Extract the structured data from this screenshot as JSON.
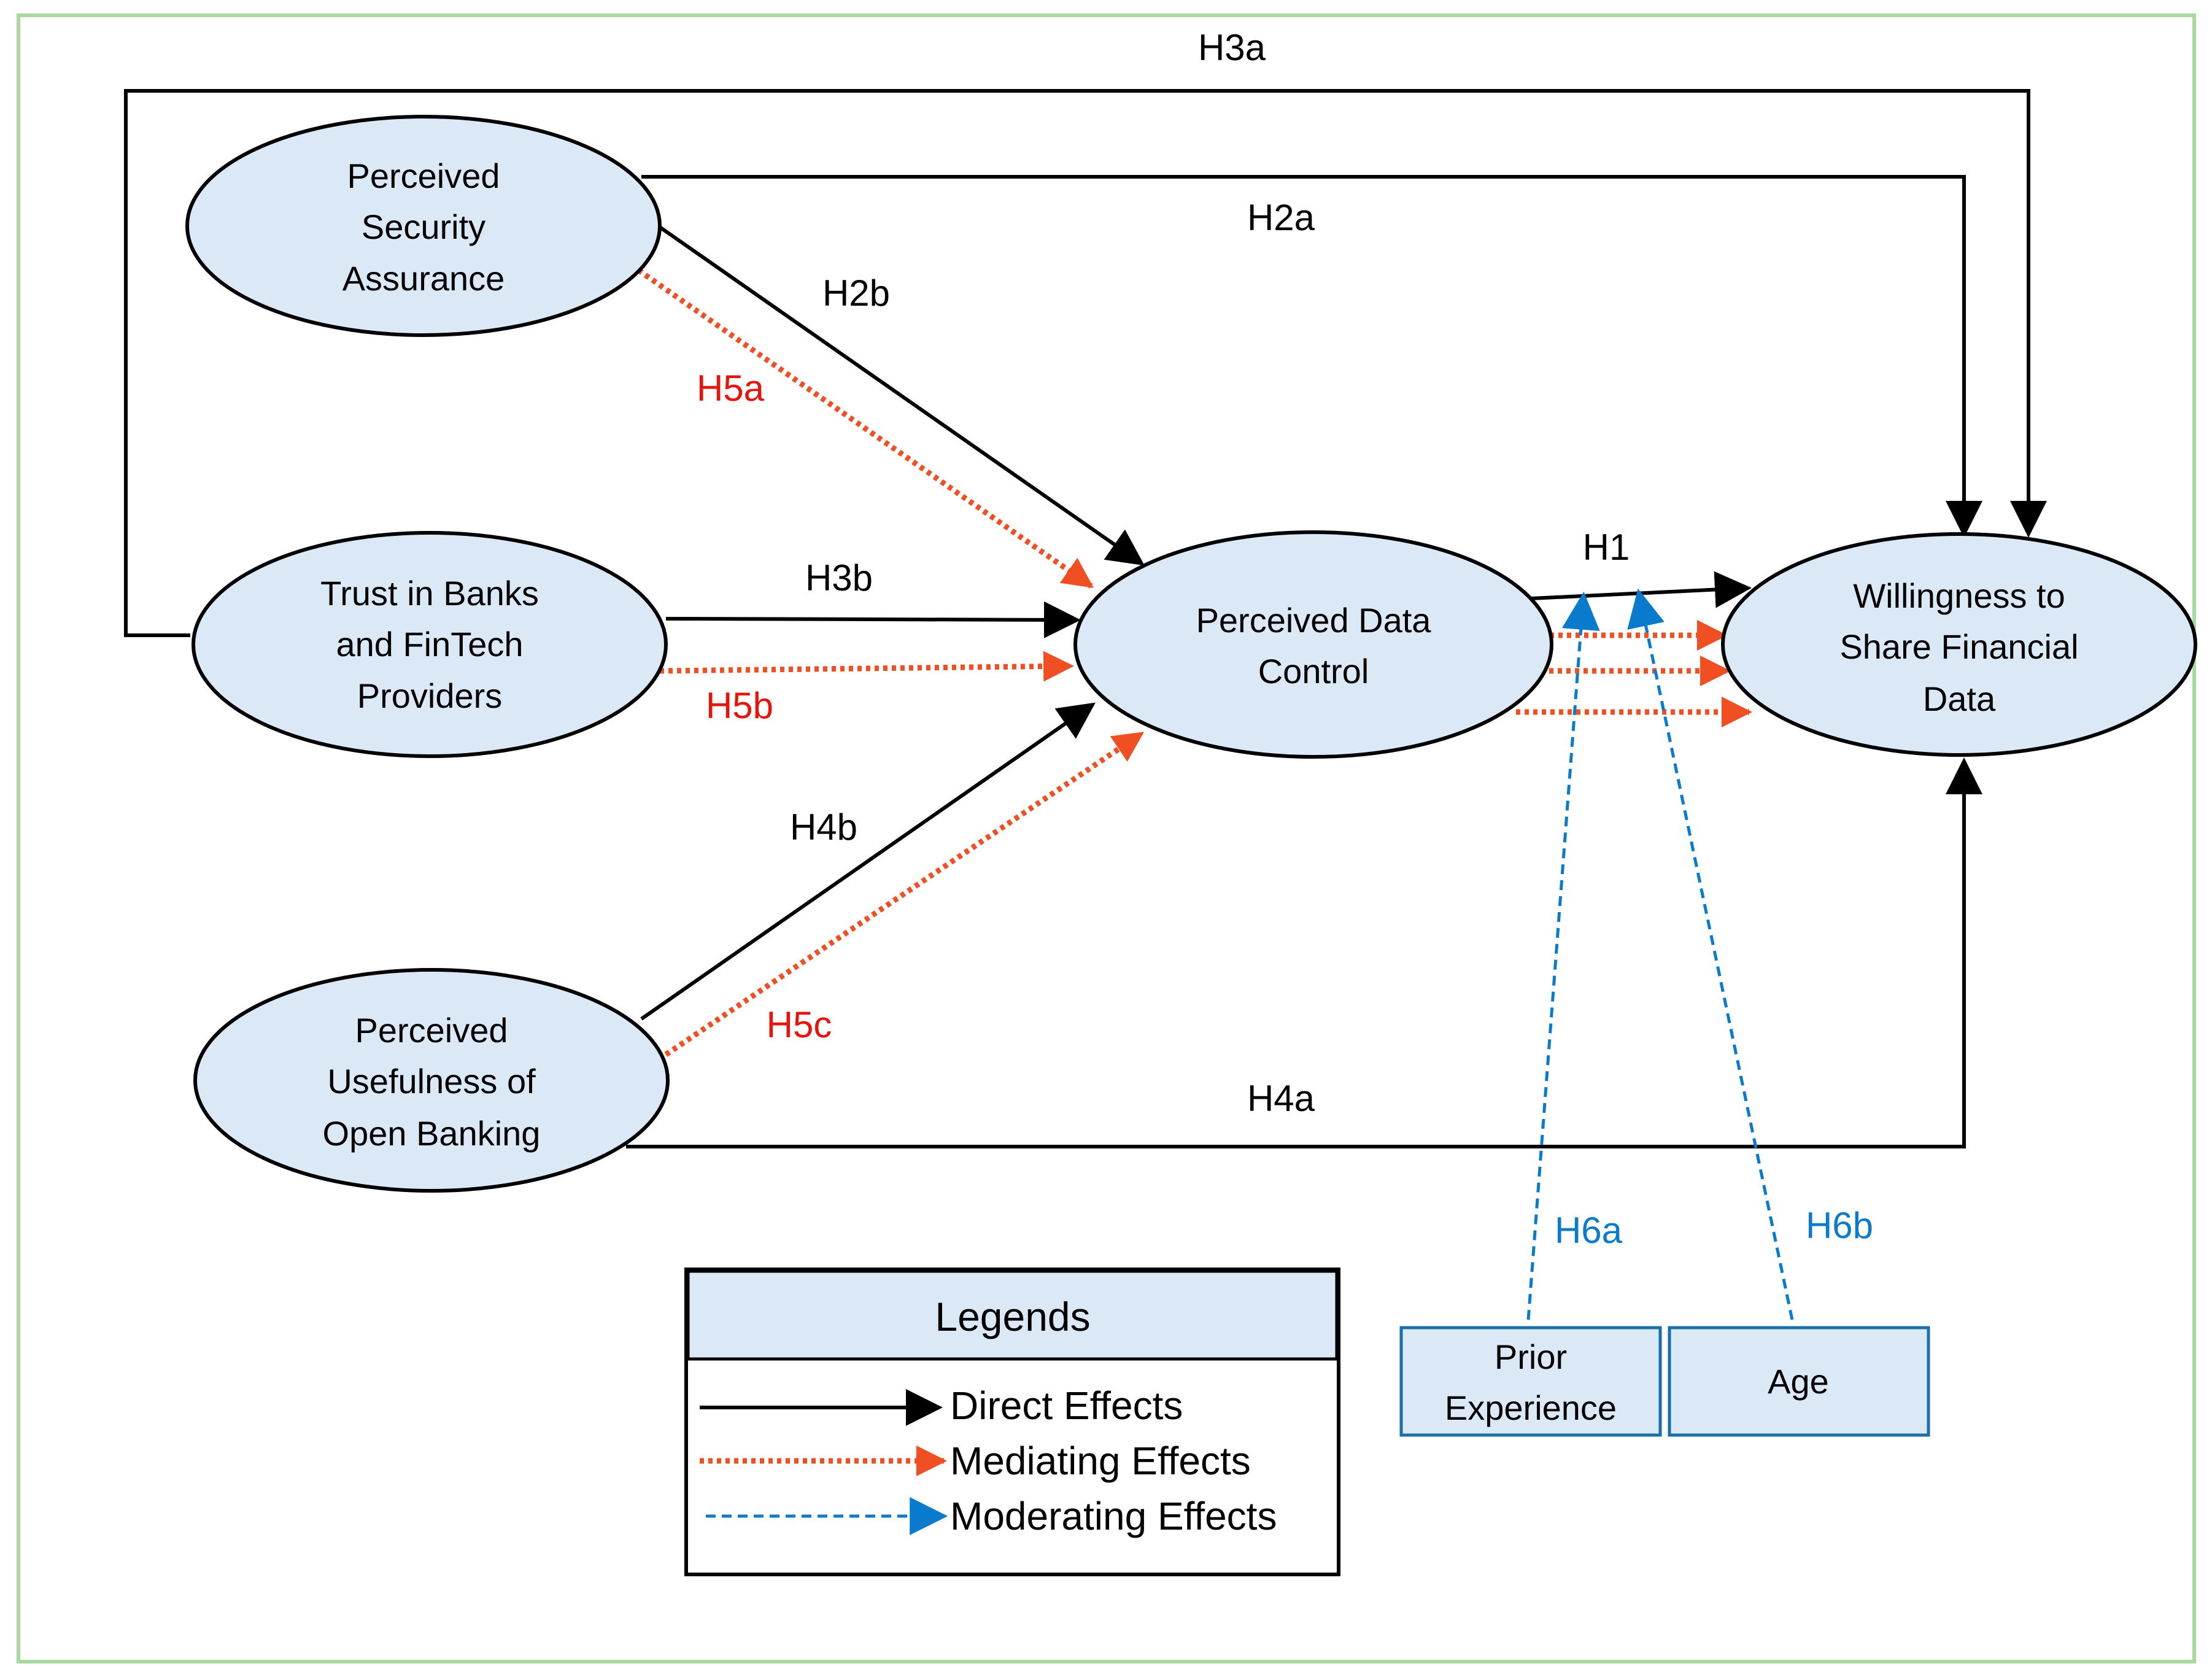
{
  "nodes": {
    "security": {
      "lines": [
        "Perceived",
        "Security",
        "Assurance"
      ]
    },
    "trust": {
      "lines": [
        "Trust in Banks",
        "and FinTech",
        "Providers"
      ]
    },
    "usefulness": {
      "lines": [
        "Perceived",
        "Usefulness of",
        "Open Banking"
      ]
    },
    "control": {
      "lines": [
        "Perceived Data",
        "Control"
      ]
    },
    "willingness": {
      "lines": [
        "Willingness to",
        "Share Financial",
        "Data"
      ]
    },
    "experience": {
      "lines": [
        "Prior",
        "Experience"
      ]
    },
    "age": {
      "lines": [
        "Age"
      ]
    }
  },
  "labels": {
    "h1": "H1",
    "h2a": "H2a",
    "h2b": "H2b",
    "h3a": "H3a",
    "h3b": "H3b",
    "h4a": "H4a",
    "h4b": "H4b",
    "h5a": "H5a",
    "h5b": "H5b",
    "h5c": "H5c",
    "h6a": "H6a",
    "h6b": "H6b"
  },
  "legend": {
    "title": "Legends",
    "direct": "Direct Effects",
    "mediating": "Mediating Effects",
    "moderating": "Moderating Effects"
  },
  "colors": {
    "node_fill": "#dbe9f6",
    "direct": "#000000",
    "mediating": "#f04e23",
    "mediating_text": "#e8140c",
    "moderating": "#0a7acc",
    "frame": "#a9d8a0",
    "moderator_border": "#1a6fa8"
  }
}
